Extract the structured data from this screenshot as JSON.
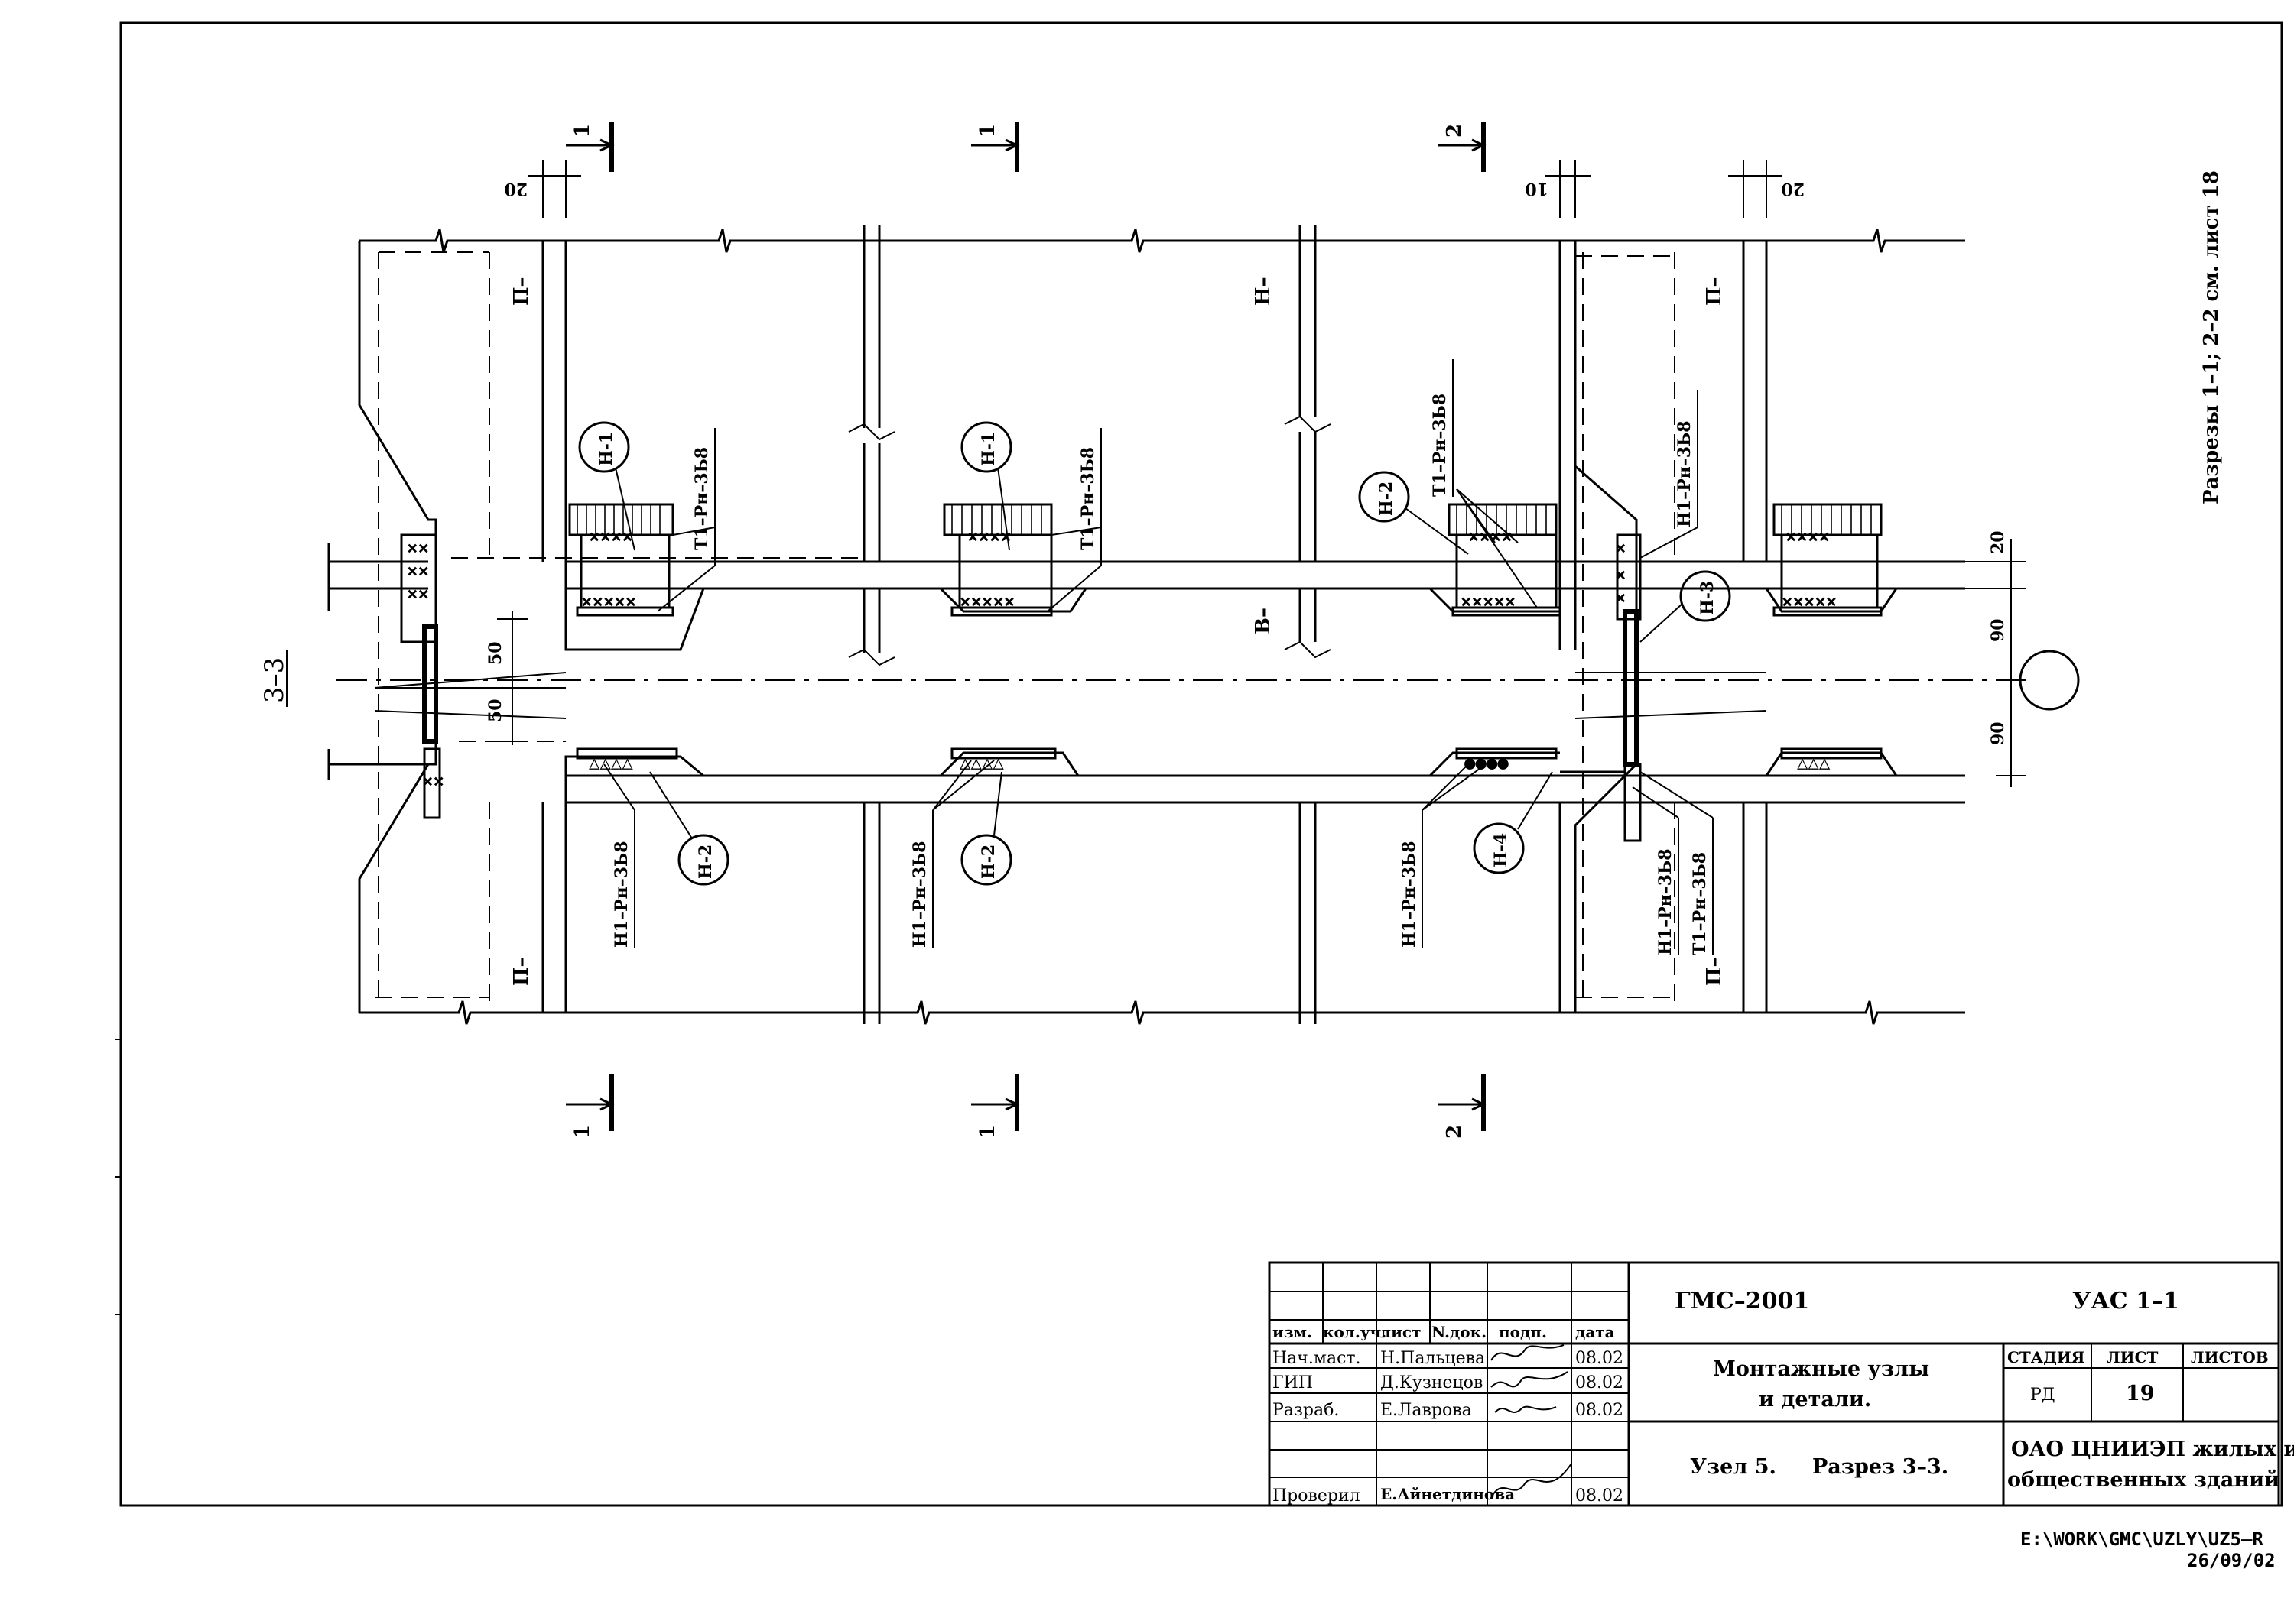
{
  "section_title": "3–3",
  "section_marks": [
    "1",
    "1",
    "2",
    "1",
    "1",
    "2"
  ],
  "dims": {
    "d20_top_left": "20",
    "d10_top": "10",
    "d20_top_right": "20",
    "d50_upper": "50",
    "d50_lower": "50",
    "d20_right": "20",
    "d90_upper": "90",
    "d90_lower": "90"
  },
  "zone_labels": {
    "p_top_left": "П–",
    "n_top_mid": "Н–",
    "p_top_right": "П–",
    "v_mid": "В–",
    "p_bot_left": "П–",
    "p_bot_right": "П–"
  },
  "nodes": {
    "n1a": "Н-1",
    "n1b": "Н-1",
    "n2a": "Н-2",
    "n2b": "Н-2",
    "n2c": "Н-2",
    "n3": "Н-3",
    "n4": "Н-4"
  },
  "welds": {
    "t1_a": "Т1–Рн–3Ь8",
    "t1_b": "Т1–Рн–3Ь8",
    "t1_c": "Т1–Рн–3Ь8",
    "h1_top_r": "Н1–Рн–3Ь8",
    "h1_bot_a": "Н1–Рн–3Ь8",
    "h1_bot_b": "Н1–Рн–3Ь8",
    "h1_bot_c": "Н1–Рн–3Ь8",
    "h1_bot_d": "Н1–Рн–3Ь8",
    "t1_bot_d": "Т1–Рн–3Ь8"
  },
  "side_note": "Разрезы 1–1; 2–2 см. лист 18",
  "title_block": {
    "headers": [
      "изм.",
      "кол.уч.",
      "лист",
      "N.док.",
      "подп.",
      "дата"
    ],
    "rows": [
      {
        "role": "Нач.маст.",
        "name": "Н.Пальцева",
        "date": "08.02"
      },
      {
        "role": "ГИП",
        "name": "Д.Кузнецов",
        "date": "08.02"
      },
      {
        "role": "Разраб.",
        "name": "Е.Лаврова",
        "date": "08.02"
      },
      {
        "role": "Проверил",
        "name": "Е.Айнетдинова",
        "date": "08.02"
      }
    ],
    "project": "ГМС–2001",
    "code": "УАС 1–1",
    "title_line1": "Монтажные узлы",
    "title_line2": "и детали.",
    "subtitle_node": "Узел 5.",
    "subtitle_section": "Разрез 3–3.",
    "stage_header": "СТАДИЯ",
    "sheet_header": "ЛИСТ",
    "sheets_header": "ЛИСТОВ",
    "stage": "РД",
    "sheet": "19",
    "sheets": "",
    "org_line1": "ОАО ЦНИИЭП жилых и",
    "org_line2": "общественных зданий"
  },
  "file_path": "E:\\WORK\\GMC\\UZLY\\UZ5–R",
  "file_date": "26/09/02"
}
